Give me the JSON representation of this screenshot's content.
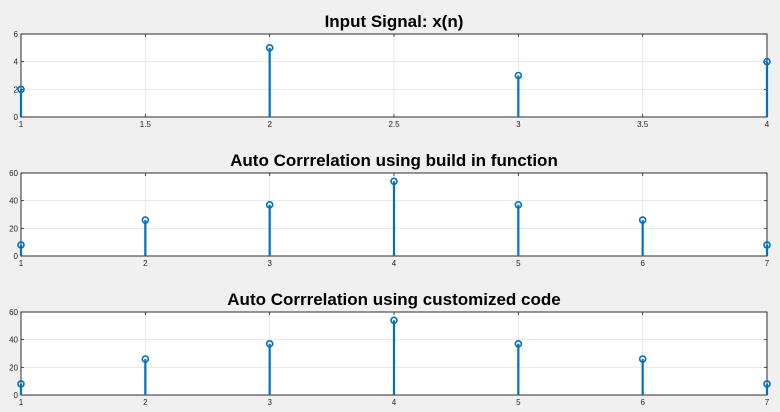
{
  "colors": {
    "stem": "#0072bd",
    "marker": "#0072bd"
  },
  "chart_data": [
    {
      "type": "stem",
      "title": "Input Signal: x(n)",
      "x": [
        1,
        2,
        3,
        4
      ],
      "values": [
        2,
        5,
        3,
        4
      ],
      "xlim": [
        1,
        4
      ],
      "ylim": [
        0,
        6
      ],
      "xticks": [
        "1",
        "1.5",
        "2",
        "2.5",
        "3",
        "3.5",
        "4"
      ],
      "yticks": [
        "0",
        "2",
        "4",
        "6"
      ],
      "grid": true
    },
    {
      "type": "stem",
      "title": "Auto Corrrelation using build in function",
      "x": [
        1,
        2,
        3,
        4,
        5,
        6,
        7
      ],
      "values": [
        8,
        26,
        37,
        54,
        37,
        26,
        8
      ],
      "xlim": [
        1,
        7
      ],
      "ylim": [
        0,
        60
      ],
      "xticks": [
        "1",
        "2",
        "3",
        "4",
        "5",
        "6",
        "7"
      ],
      "yticks": [
        "0",
        "20",
        "40",
        "60"
      ],
      "grid": true
    },
    {
      "type": "stem",
      "title": "Auto Corrrelation using customized code",
      "x": [
        1,
        2,
        3,
        4,
        5,
        6,
        7
      ],
      "values": [
        8,
        26,
        37,
        54,
        37,
        26,
        8
      ],
      "xlim": [
        1,
        7
      ],
      "ylim": [
        0,
        60
      ],
      "xticks": [
        "1",
        "2",
        "3",
        "4",
        "5",
        "6",
        "7"
      ],
      "yticks": [
        "0",
        "20",
        "40",
        "60"
      ],
      "grid": true
    }
  ]
}
